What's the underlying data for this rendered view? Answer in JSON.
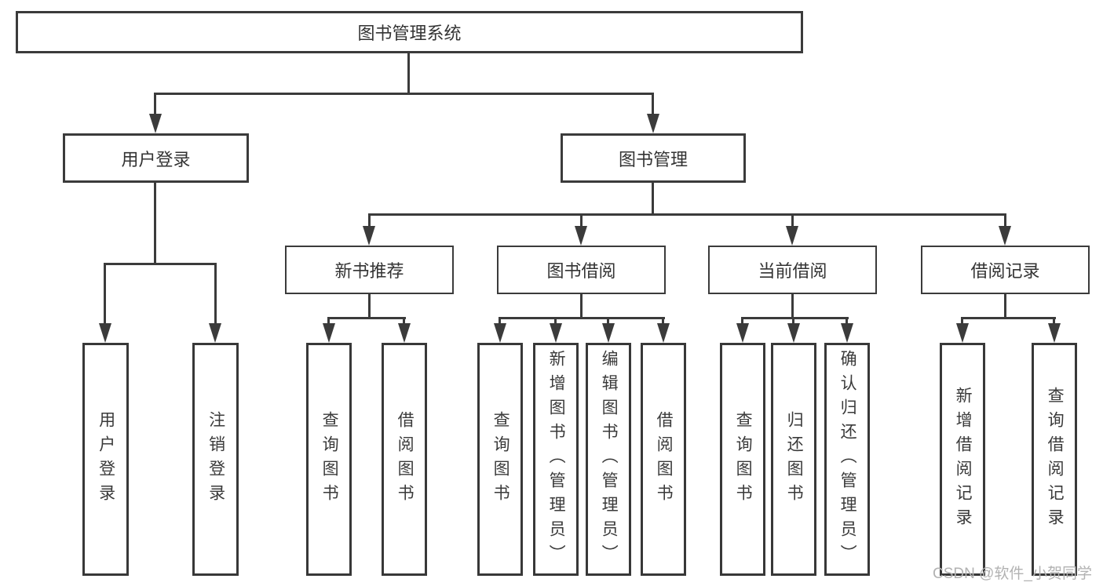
{
  "diagram": {
    "title": "图书管理系统",
    "user_login": {
      "label": "用户登录",
      "children": [
        "用户登录",
        "注销登录"
      ]
    },
    "book_mgmt": {
      "label": "图书管理"
    },
    "new_books": {
      "label": "新书推荐",
      "children": [
        "查询图书",
        "借阅图书"
      ]
    },
    "book_borrow": {
      "label": "图书借阅",
      "children": [
        "查询图书",
        "新增图书（管理员）",
        "编辑图书（管理员）",
        "借阅图书"
      ]
    },
    "current_borrow": {
      "label": "当前借阅",
      "children": [
        "查询图书",
        "归还图书",
        "确认归还（管理员）"
      ]
    },
    "borrow_records": {
      "label": "借阅记录",
      "children": [
        "新增借阅记录",
        "查询借阅记录"
      ]
    },
    "line_color": "#3b3b3b",
    "text_color": "#333333"
  },
  "watermark": "CSDN @软件_小贺同学"
}
